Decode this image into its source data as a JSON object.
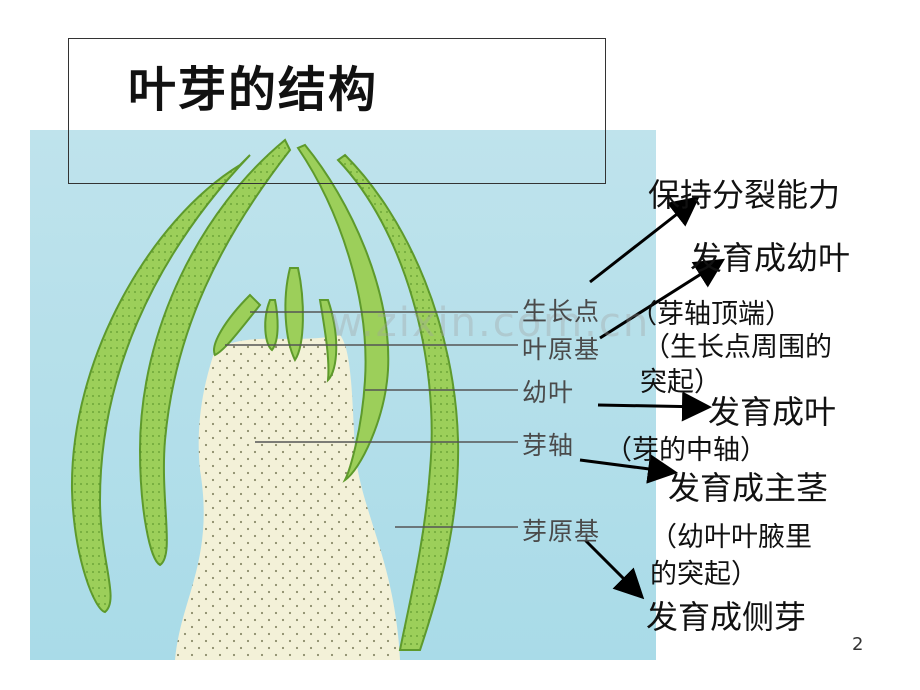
{
  "title": "叶芽的结构",
  "parts": {
    "growing_point": "生长点",
    "leaf_primordium": "叶原基",
    "young_leaf": "幼叶",
    "bud_axis": "芽轴",
    "bud_primordium": "芽原基"
  },
  "notes": {
    "growing_point": "（芽轴顶端）",
    "leaf_primordium_1": "（生长点周围的",
    "leaf_primordium_2": "突起）",
    "bud_axis": "（芽的中轴）",
    "bud_primordium_1": "（幼叶叶腋里",
    "bud_primordium_2": "的突起）"
  },
  "annotations": {
    "keep_dividing": "保持分裂能力",
    "to_young_leaf": "发育成幼叶",
    "to_leaf": "发育成叶",
    "to_main_stem": "发育成主茎",
    "to_side_bud": "发育成侧芽"
  },
  "watermark": "w.zixin.com.cn",
  "page_number": "2",
  "colors": {
    "background": "#a9dbe8",
    "leaf_green": "#9ccf5a",
    "leaf_dark": "#5e9a2c",
    "axis_fill": "#f3f1d8",
    "arrow": "#000000"
  }
}
